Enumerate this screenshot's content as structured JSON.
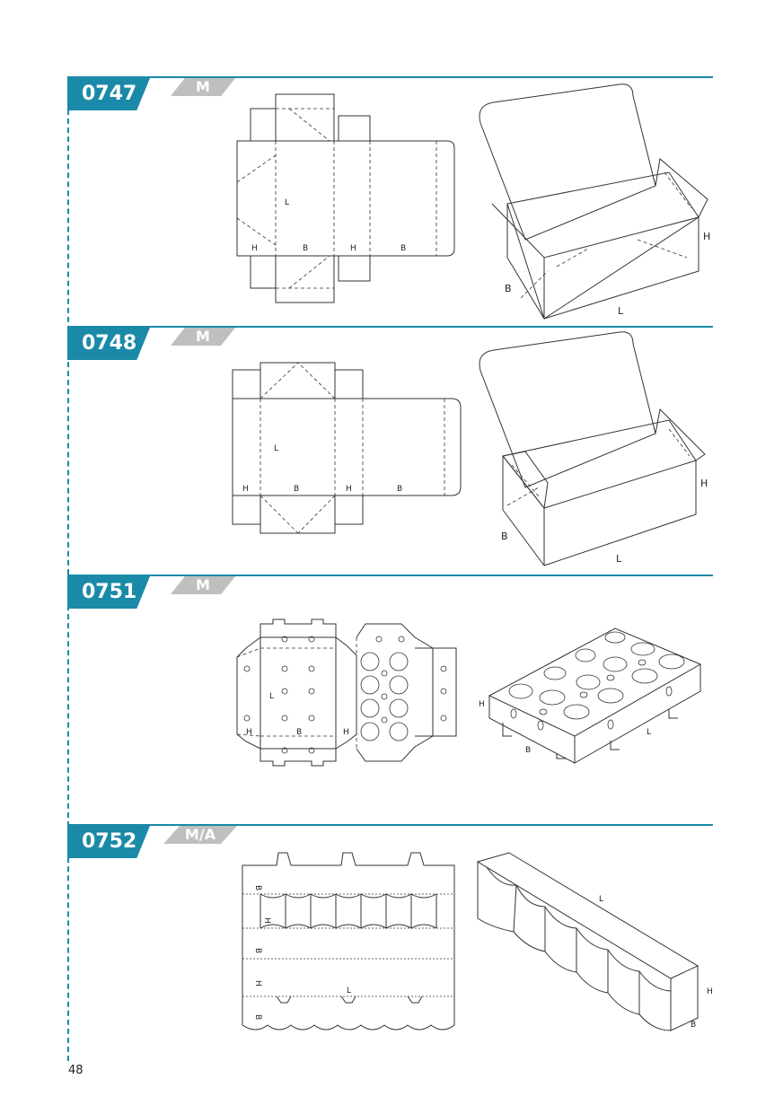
{
  "page_number": "48",
  "colors": {
    "accent": "#1a8aa8",
    "tag_gray": "#bfbfbf",
    "line": "#333333"
  },
  "sections": [
    {
      "code": "0747",
      "tag": "M",
      "flat": {
        "h1": "H",
        "b1": "B",
        "h2": "H",
        "b2": "B",
        "l": "L"
      },
      "box": {
        "h": "H",
        "b": "B",
        "l": "L"
      }
    },
    {
      "code": "0748",
      "tag": "M",
      "flat": {
        "h1": "H",
        "b1": "B",
        "h2": "H",
        "b2": "B",
        "l": "L"
      },
      "box": {
        "h": "H",
        "b": "B",
        "l": "L"
      }
    },
    {
      "code": "0751",
      "tag": "M",
      "flat": {
        "h1": "H",
        "b1": "B",
        "h2": "H",
        "l": "L"
      },
      "box": {
        "h": "H",
        "b": "B",
        "l": "L"
      }
    },
    {
      "code": "0752",
      "tag": "M/A",
      "flat": {
        "b1": "B",
        "h1": "H",
        "b2": "B",
        "h2": "H",
        "l": "L",
        "b3": "B"
      },
      "box": {
        "h": "H",
        "b": "B",
        "l": "L"
      }
    }
  ]
}
